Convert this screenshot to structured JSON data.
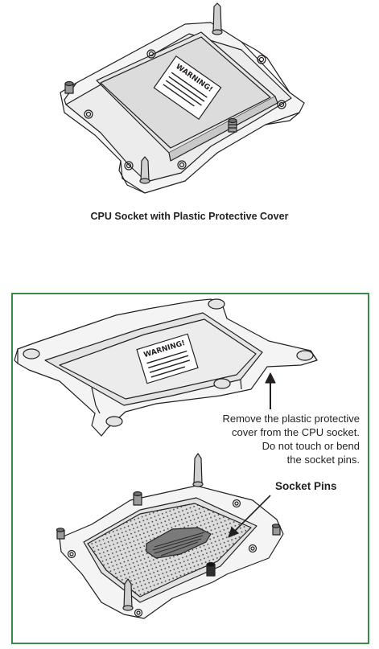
{
  "top_figure": {
    "caption": "CPU Socket with Plastic Protective Cover",
    "warning_label": "WARNING!"
  },
  "bottom_panel": {
    "warning_label": "WARNING!",
    "instruction_lines": [
      "Remove the plastic protective",
      "cover from the CPU socket.",
      "Do not touch or bend",
      "the socket pins."
    ],
    "pins_label": "Socket Pins",
    "border_color": "#3c8a4a"
  }
}
